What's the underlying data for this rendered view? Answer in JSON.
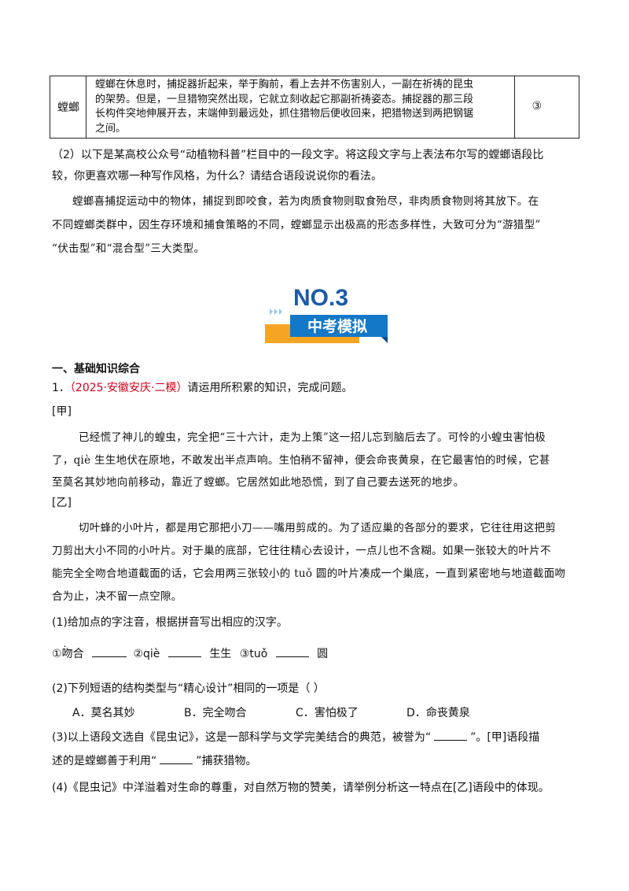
{
  "table_row": {
    "name": "螳螂",
    "desc_lines": [
      "螳螂在休息时，捕捉器折起来，举于胸前，看上去并不伤害别人，一副在祈祷的昆虫",
      "的架势。但是，一旦猎物突然出现，它就立刻收起它那副祈祷姿态。捕捉器的那三段",
      "长构件突地伸展开去，末端伸到最远处，抓住猎物后便收回来，把猎物送到两把钢锯",
      "之间。"
    ],
    "mark": "③"
  },
  "q2": {
    "lines": [
      "（2）以下是某高校公众号“动植物科普”栏目中的一段文字。将这段文字与上表法布尔写的螳螂语段比",
      "较，你更喜欢哪一种写作风格，为什么？请结合语段说说你的看法。"
    ],
    "passage_lines": [
      "螳螂喜捕捉运动中的物体，捕捉到即咬食，若为肉质食物则取食殆尽，非肉质食物则将其放下。在",
      "不同螳螂类群中，因生存环境和捕食策略的不同，螳螂显示出极高的形态多样性，大致可分为“游猎型”",
      "“伏击型”和“混合型”三大类型。"
    ]
  },
  "banner": {
    "number": "NO.3",
    "label": "中考模拟",
    "colors": {
      "navy": "#1e5aa8",
      "blue": "#1478c8",
      "orange": "#f5a524",
      "light": "#8fc8f0"
    }
  },
  "section": {
    "heading": "一、基础知识综合",
    "q_num": "1．",
    "q_source": "（2025·安徽安庆·二模）",
    "q_text": "请运用所积累的知识，完成问题。",
    "jia_label": "[甲]",
    "jia_lines": [
      "已经慌了神儿的蝗虫，完全把“三十六计，走为上策”这一招儿忘到脑后去了。可怜的小蝗虫害怕极",
      "了，qiè 生生地伏在原地，不敢发出半点声响。生怕稍不留神，便会命丧黄泉，在它最害怕的时候，它甚",
      "至莫名其妙地向前移动，靠近了螳螂。它居然如此地恐慌，到了自己要去送死的地步。"
    ],
    "yi_label": "[乙]",
    "yi_lines": [
      "切叶蜂的小叶片，都是用它那把小刀——嘴用剪成的。为了适应巢的各部分的要求，它往往用这把剪",
      "刀剪出大小不同的小叶片。对于巢的底部，它往往精心去设计，一点儿也不含糊。如果一张较大的叶片不",
      "能完全全吻合地道截面的话，它会用两三张较小的 tuǒ 圆的叶片凑成一个巢底，一直到紧密地与地道截面吻",
      "合为止，决不留一点空隙。"
    ]
  },
  "sub1": {
    "text": "(1)给加点的字注音，根据拼音写出相应的汉字。",
    "i1_mark": "①",
    "i1_char": "吻",
    "i1_rest": "合",
    "i2": "②qiè",
    "i2_after": "生生",
    "i3": "③tuǒ",
    "i3_after": "圆"
  },
  "sub2": {
    "text": "(2)下列短语的结构类型与“精心设计”相同的一项是（    ）",
    "options": [
      "A．莫名其妙",
      "B．完全吻合",
      "C．害怕极了",
      "D．命丧黄泉"
    ]
  },
  "sub3": {
    "line1_a": "(3)以上语段文选自《昆虫记》，这是一部科学与文学完美结合的典范，被誉为“",
    "line1_b": "”。[甲]语段描",
    "line2_a": "述的是螳螂善于利用“",
    "line2_b": "”捕获猎物。"
  },
  "sub4": {
    "text": "(4)《昆虫记》中洋溢着对生命的尊重，对自然万物的赞美，请举例分析这一特点在[乙]语段中的体现。"
  }
}
